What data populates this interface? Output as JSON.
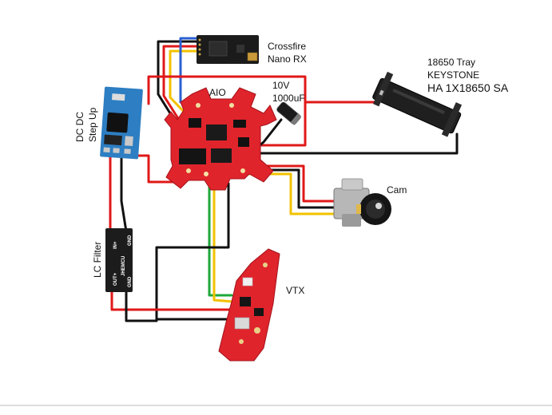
{
  "diagram": {
    "labels": {
      "crossfire_line1": "Crossfire",
      "crossfire_line2": "Nano RX",
      "aio": "AIO",
      "cap_line1": "10V",
      "cap_line2": "1000uF",
      "tray_line1": "18650 Tray",
      "tray_line2": "KEYSTONE",
      "tray_line3": "HA 1X18650 SA",
      "dcdc_line1": "DC DC",
      "dcdc_line2": "Step Up",
      "cam": "Cam",
      "lc_filter": "LC Filter",
      "vtx": "VTX"
    },
    "lc_module_text": {
      "brand": "JHEMCU",
      "in_plus": "IN+",
      "out_plus": "OUT+",
      "gnd_left": "GND",
      "gnd_right": "GND"
    },
    "colors": {
      "wire_red": "#e01818",
      "wire_black": "#111111",
      "wire_yellow": "#f2c200",
      "wire_green": "#1ea83a",
      "wire_blue": "#2b5fd0",
      "pcb_red": "#e0242c",
      "module_blue": "#2d7ec2"
    }
  }
}
